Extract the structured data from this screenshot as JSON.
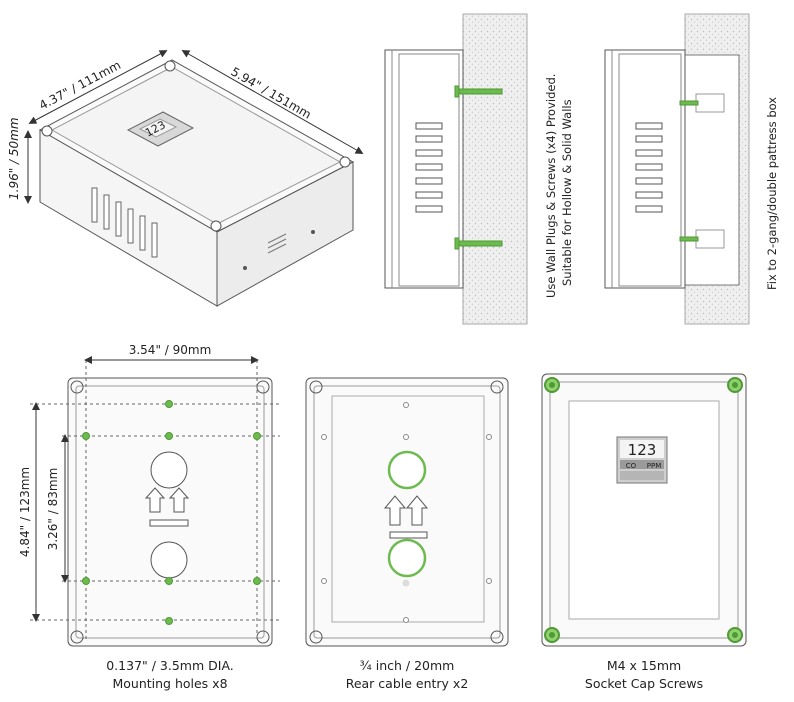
{
  "iso": {
    "width_label": "4.37\" / 111mm",
    "length_label": "5.94\" / 151mm",
    "height_label": "1.96\" / 50mm",
    "screen_value": "123"
  },
  "wall": {
    "caption_line1": "Use Wall Plugs & Screws (x4) Provided.",
    "caption_line2": "Suitable for Hollow & Solid Walls"
  },
  "pattress": {
    "caption": "Fix to 2-gang/double pattress box"
  },
  "mounting": {
    "width_label": "3.54\" / 90mm",
    "outer_height_label": "4.84\" / 123mm",
    "inner_height_label": "3.26\" / 83mm",
    "caption_line1": "0.137\" / 3.5mm DIA.",
    "caption_line2": "Mounting holes x8"
  },
  "cable": {
    "caption_line1": "¾ inch / 20mm",
    "caption_line2": "Rear cable entry x2"
  },
  "screws": {
    "caption_line1": "M4 x 15mm",
    "caption_line2": "Socket Cap Screws",
    "display_value": "123",
    "display_unit_left": "CO",
    "display_unit_right": "PPM"
  },
  "colors": {
    "highlight": "#6dbb4f",
    "highlight_dark": "#4f9a35",
    "line": "#555555",
    "wall": "#e8e8e8"
  }
}
